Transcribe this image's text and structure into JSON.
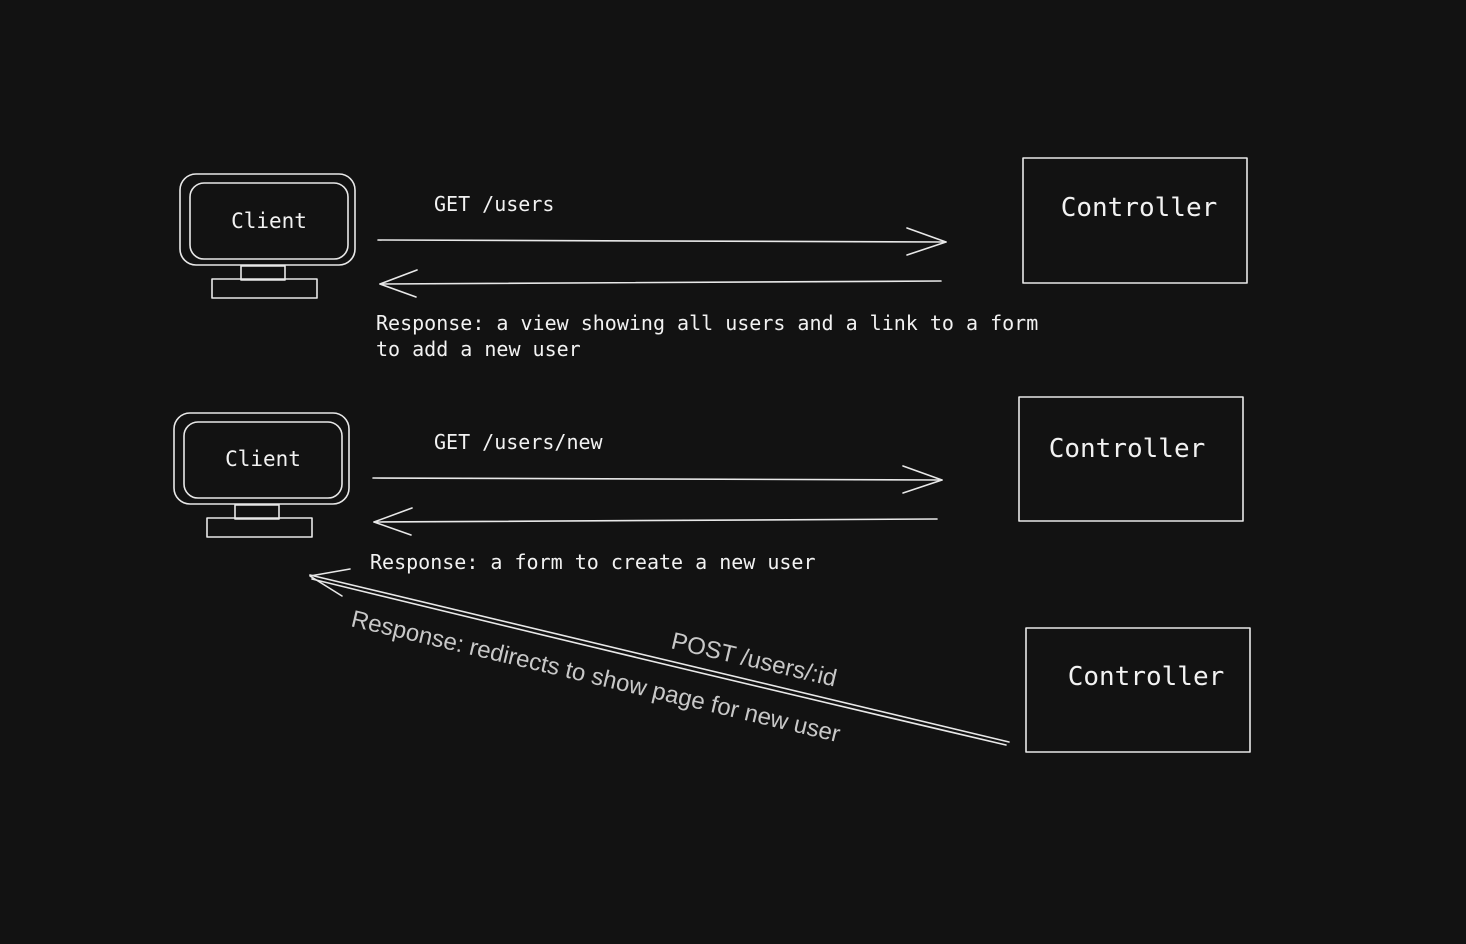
{
  "rows": [
    {
      "client_label": "Client",
      "request_label": "GET /users",
      "controller_label": "Controller",
      "response_lines": [
        "Response: a view showing all users and a link to a form",
        "to add a new user"
      ]
    },
    {
      "client_label": "Client",
      "request_label": "GET /users/new",
      "controller_label": "Controller",
      "response_lines": [
        "Response: a form to create a new user"
      ]
    }
  ],
  "post_flow": {
    "controller_label": "Controller",
    "request_label": "POST /users/:id",
    "response_label": "Response: redirects to show page for new user"
  },
  "colors": {
    "background": "#121212",
    "stroke": "#e8e8e8",
    "text": "#f2f2f2",
    "muted_text": "#c8c8c8"
  }
}
